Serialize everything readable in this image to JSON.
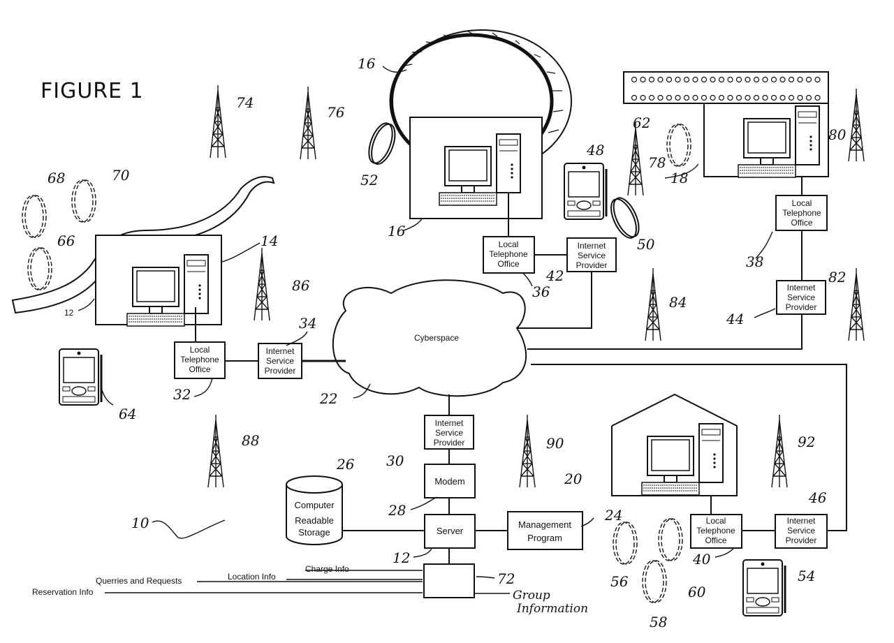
{
  "figure": {
    "title": "FIGURE 1",
    "system_ref": "10"
  },
  "boxes": {
    "lto_32": [
      "Local",
      "Telephone",
      "Office"
    ],
    "isp_34": [
      "Internet",
      "Service",
      "Provider"
    ],
    "lto_36": [
      "Local",
      "Telephone",
      "Office"
    ],
    "isp_42": [
      "Internet",
      "Service",
      "Provider"
    ],
    "lto_38": [
      "Local",
      "Telephone",
      "Office"
    ],
    "isp_44": [
      "Internet",
      "Service",
      "Provider"
    ],
    "isp_30": [
      "Internet",
      "Service",
      "Provider"
    ],
    "modem": "Modem",
    "server": "Server",
    "management": [
      "Management",
      "Program"
    ],
    "storage": [
      "Computer",
      "Readable",
      "Storage"
    ],
    "lto_40": [
      "Local",
      "Telephone",
      "Office"
    ],
    "isp_46": [
      "Internet",
      "Service",
      "Provider"
    ],
    "cloud": "Cyberspace"
  },
  "inputs": {
    "charge": "Charge Info",
    "location": "Location Info",
    "queries": "Querries and Requests",
    "reservation": "Reservation Info",
    "group": [
      "Group",
      "Information"
    ]
  },
  "refs": {
    "r12a": "12",
    "r14": "14",
    "r16a": "16",
    "r16b": "16",
    "r18": "18",
    "r20": "20",
    "r22": "22",
    "r24": "24",
    "r26": "26",
    "r28": "28",
    "r30": "30",
    "r32": "32",
    "r34": "34",
    "r36": "36",
    "r38": "38",
    "r40": "40",
    "r42": "42",
    "r44": "44",
    "r46": "46",
    "r48": "48",
    "r50": "50",
    "r52": "52",
    "r54": "54",
    "r56": "56",
    "r58": "58",
    "r60": "60",
    "r62": "62",
    "r64": "64",
    "r66": "66",
    "r68": "68",
    "r70": "70",
    "r72": "72",
    "r74": "74",
    "r76": "76",
    "r78": "78",
    "r80": "80",
    "r82": "82",
    "r84": "84",
    "r86": "86",
    "r88": "88",
    "r90": "90",
    "r92": "92",
    "r12b": "12"
  },
  "icons": [
    "computer-icon",
    "pda-icon",
    "tower-icon",
    "ring-icon",
    "cylinder-icon",
    "house-icon",
    "cloud-icon"
  ]
}
